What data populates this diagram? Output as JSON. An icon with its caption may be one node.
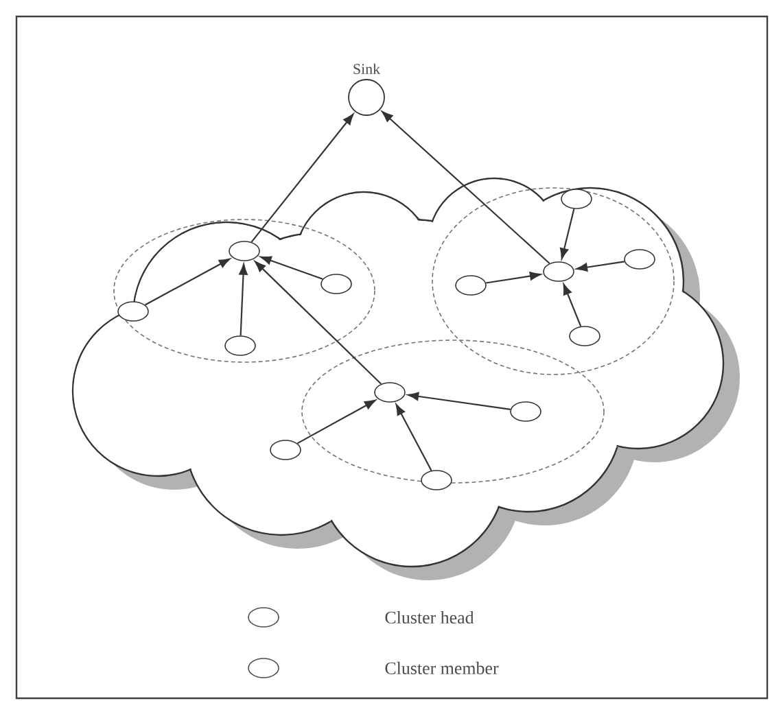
{
  "diagram": {
    "nodes": [
      {
        "text": [
          "Sink"
        ]
      },
      {
        "text": [],
        "shape": "circle"
      },
      {
        "text": [],
        "shape": "circle"
      },
      {
        "text": [],
        "shape": "circle"
      },
      {
        "text": [],
        "shape": "circle"
      },
      {
        "text": [],
        "shape": "circle"
      },
      {
        "text": [],
        "shape": "circle"
      },
      {
        "text": [],
        "shape": "circle"
      },
      {
        "text": [],
        "shape": "circle"
      },
      {
        "text": [],
        "shape": "circle"
      },
      {
        "text": [],
        "shape": "circle"
      },
      {
        "text": [],
        "shape": "circle"
      },
      {
        "text": [],
        "shape": "circle"
      },
      {
        "text": [],
        "shape": "circle"
      }
    ],
    "edges": [
      {
        "from": 1,
        "to": 0,
        "arrow": "to"
      },
      {
        "from": 6,
        "to": 0,
        "arrow": "to"
      },
      {
        "from": 11,
        "to": 1,
        "arrow": "to"
      },
      {
        "from": 2,
        "to": 1,
        "arrow": "to"
      },
      {
        "from": 3,
        "to": 1,
        "arrow": "to"
      },
      {
        "from": 4,
        "to": 1,
        "arrow": "to"
      },
      {
        "from": 5,
        "to": 6,
        "arrow": "to"
      },
      {
        "from": 7,
        "to": 6,
        "arrow": "to"
      },
      {
        "from": 8,
        "to": 6,
        "arrow": "to"
      },
      {
        "from": 9,
        "to": 6,
        "arrow": "to"
      },
      {
        "from": 10,
        "to": 11,
        "arrow": "to"
      },
      {
        "from": 12,
        "to": 11,
        "arrow": "to"
      },
      {
        "from": 13,
        "to": 11,
        "arrow": "to"
      }
    ],
    "legend": [
      {
        "text": "Cluster head"
      },
      {
        "text": "Cluster member"
      }
    ]
  }
}
